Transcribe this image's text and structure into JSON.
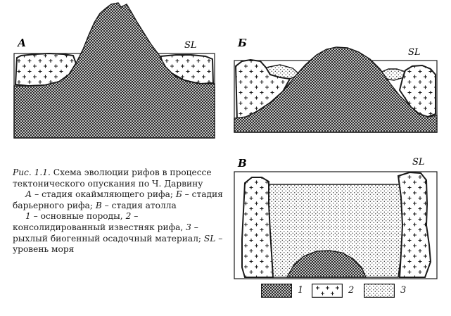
{
  "panels": {
    "a": {
      "letter": "А",
      "sea_level": "SL"
    },
    "b": {
      "letter": "Б",
      "sea_level": "SL"
    },
    "v": {
      "letter": "В",
      "sea_level": "SL"
    }
  },
  "caption": {
    "figure_ref": "Рис. 1.1.",
    "title": "Схема эволюции рифов в процессе тектонического опускания по Ч. Дарвину",
    "stage_a_letter": "А",
    "stage_a": "– стадия окаймляющего рифа;",
    "stage_b_letter": "Б",
    "stage_b": "– стадия барьерного рифа;",
    "stage_v_letter": "В",
    "stage_v": "– стадия атолла",
    "legend_1_num": "1",
    "legend_1": "– основные породы,",
    "legend_2_num": "2",
    "legend_2": "– консолидированный известняк рифа,",
    "legend_3_num": "3",
    "legend_3": "– рыхлый биогенный осадочный материал;",
    "sl_abbrev": "SL",
    "sl_text": "– уровень моря"
  },
  "legend": [
    {
      "number": "1",
      "pattern": "crosshatch"
    },
    {
      "number": "2",
      "pattern": "crosses"
    },
    {
      "number": "3",
      "pattern": "dots"
    }
  ],
  "colors": {
    "ink": "#1a1a1a",
    "paper": "#ffffff"
  }
}
